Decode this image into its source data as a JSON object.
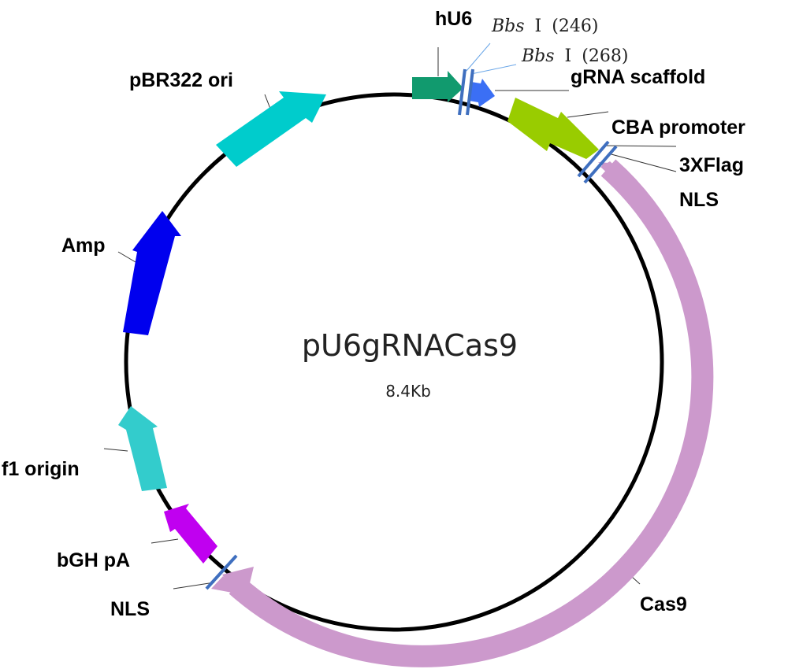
{
  "plasmid": {
    "name": "pU6gRNACas9",
    "size_label": "8.4Kb"
  },
  "features": [
    {
      "id": "hU6",
      "label": "hU6",
      "color": "#119a6e"
    },
    {
      "id": "grna-scaffold",
      "label": "gRNA scaffold",
      "color": "#3b6ff5"
    },
    {
      "id": "cba-promoter",
      "label": "CBA promoter",
      "color": "#99cc00"
    },
    {
      "id": "3xflag",
      "label": "3XFlag",
      "color": "#3f6fbf"
    },
    {
      "id": "nls-1",
      "label": "NLS",
      "color": "#3f6fbf"
    },
    {
      "id": "cas9",
      "label": "Cas9",
      "color": "#cc99cc"
    },
    {
      "id": "nls-2",
      "label": "NLS",
      "color": "#3f6fbf"
    },
    {
      "id": "bgh-pa",
      "label": "bGH pA",
      "color": "#c000f0"
    },
    {
      "id": "f1-origin",
      "label": "f1 origin",
      "color": "#33cccc"
    },
    {
      "id": "amp",
      "label": "Amp",
      "color": "#0000ee"
    },
    {
      "id": "pbr322-ori",
      "label": "pBR322 ori",
      "color": "#00cccc"
    }
  ],
  "sites": [
    {
      "id": "bbsi-246",
      "enzyme": "Bbs",
      "roman": "I",
      "position": "(246)"
    },
    {
      "id": "bbsi-268",
      "enzyme": "Bbs",
      "roman": "I",
      "position": "(268)"
    }
  ]
}
